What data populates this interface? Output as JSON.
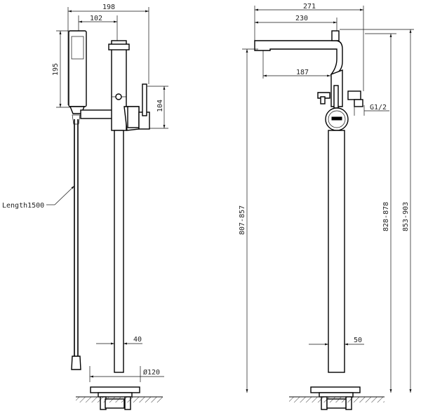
{
  "left_view": {
    "dim_total_width": "198",
    "dim_handshower_offset": "102",
    "dim_handshower_height": "195",
    "dim_spout_drop": "104",
    "label_hose_length": "Length1500",
    "dim_pipe_diameter": "40",
    "dim_base_diameter": "Ø120"
  },
  "right_view": {
    "dim_overall_reach": "271",
    "dim_spout_reach": "230",
    "dim_spout_inner": "187",
    "dim_thread": "G1/2",
    "dim_pipe_width": "50",
    "dim_height_a": "807-857",
    "dim_height_b": "828-878",
    "dim_height_c": "853-903"
  }
}
